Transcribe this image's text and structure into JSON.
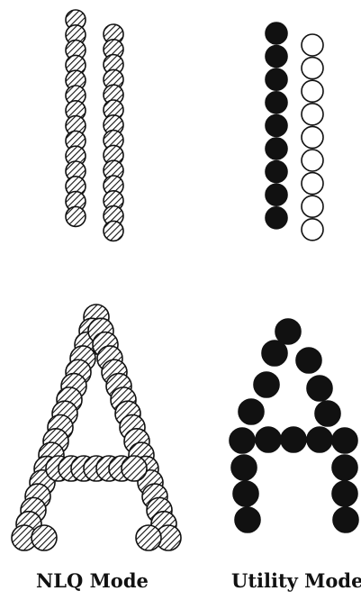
{
  "captions": {
    "nlq": "NLQ Mode",
    "utility": "Utility Mode"
  },
  "colors": {
    "ink": "#111111",
    "background": "#ffffff"
  },
  "dot_styles": {
    "nlq": "hatched",
    "utility_filled": "solid",
    "utility_offset": "hollow"
  }
}
